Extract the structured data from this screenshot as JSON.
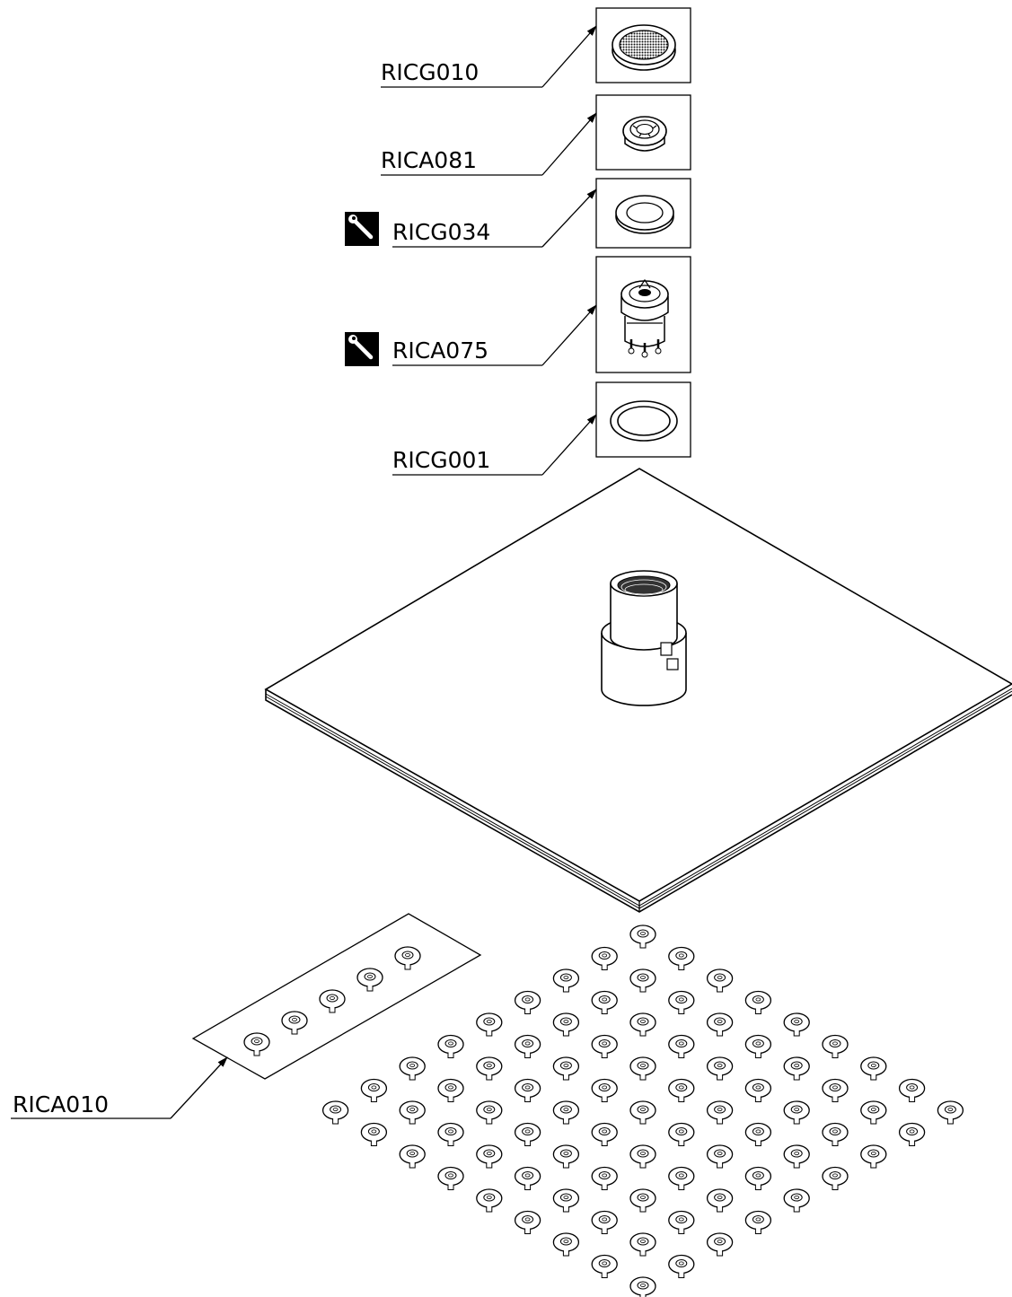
{
  "title": "",
  "parts": [
    {
      "code": "RICG010",
      "service_tool": false,
      "icon": "rose-screen-icon"
    },
    {
      "code": "RICA081",
      "service_tool": false,
      "icon": "nozzle-insert-icon"
    },
    {
      "code": "RICG034",
      "service_tool": true,
      "icon": "flat-washer-icon"
    },
    {
      "code": "RICA075",
      "service_tool": true,
      "icon": "ball-joint-cartridge-icon"
    },
    {
      "code": "RICG001",
      "service_tool": false,
      "icon": "o-ring-icon"
    }
  ],
  "main_assembly": {
    "name": "square-shower-head",
    "icon": "shower-plate-icon"
  },
  "nozzle_set": {
    "code": "RICA010",
    "icon": "rubber-nozzle-icon",
    "inset_count": 5
  },
  "tool_icon": "wrench-icon",
  "colors": {
    "line": "#000000",
    "background": "#ffffff",
    "tool_badge": "#000000"
  }
}
